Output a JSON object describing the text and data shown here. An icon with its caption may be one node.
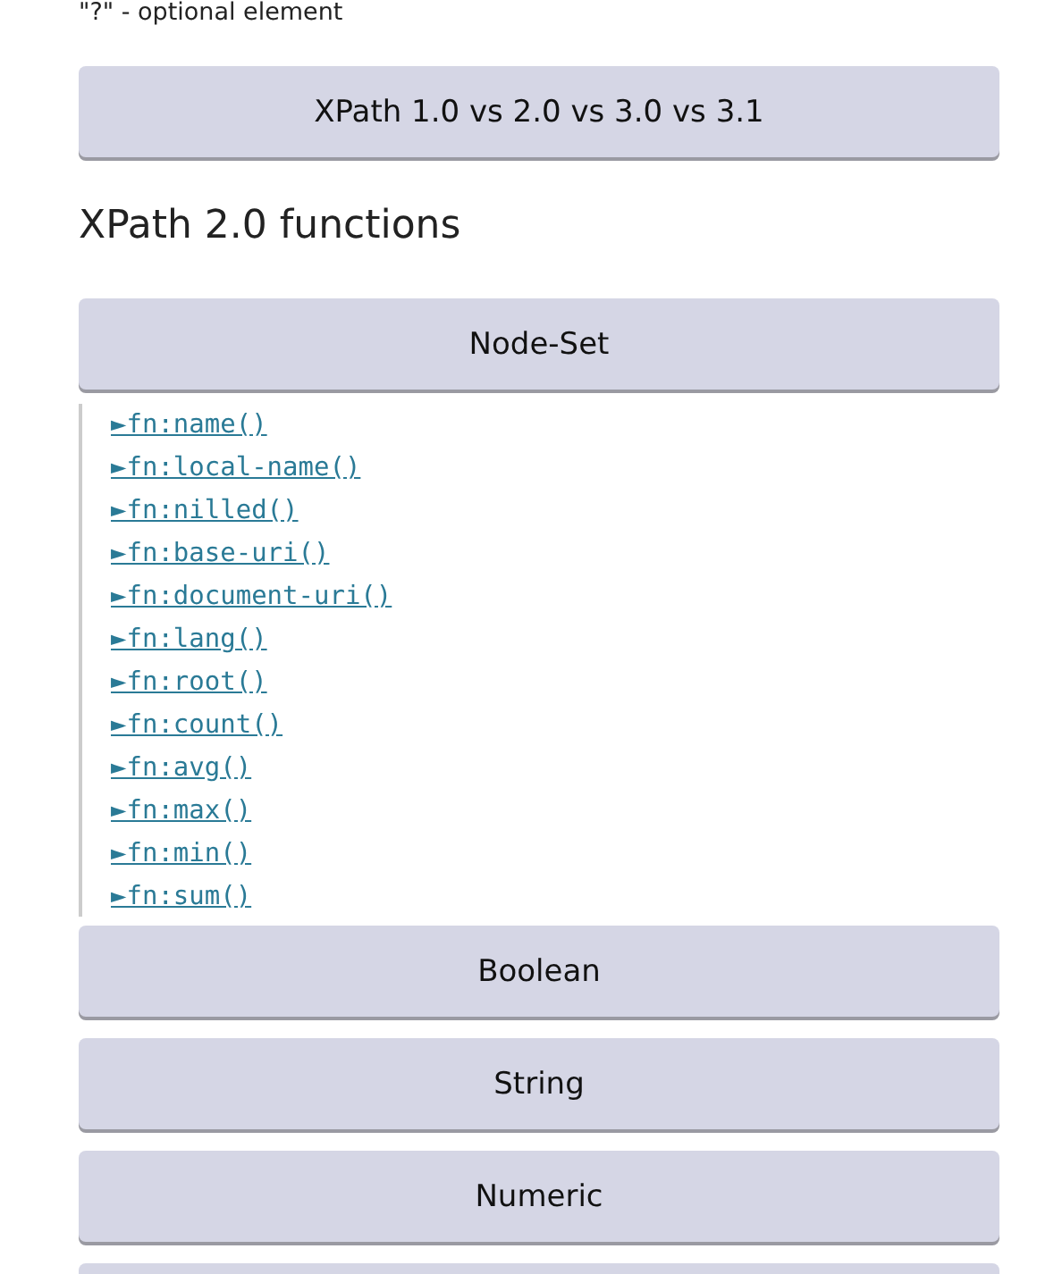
{
  "diagram": {
    "title": "XPath 2.0 functions",
    "nodes": [
      {
        "text": [
          "XPath 1.0 vs 2.0 vs 3.0 vs 3.1"
        ]
      },
      {
        "text": [
          "Node-Set"
        ]
      },
      {
        "text": [
          "Boolean"
        ]
      },
      {
        "text": [
          "String"
        ]
      },
      {
        "text": [
          "Numeric"
        ]
      },
      {
        "text": [],
        "shape": "bar"
      }
    ],
    "labels": [
      "\"?\" - optional element",
      "►fn:name()",
      "►fn:local-name()",
      "►fn:nilled()",
      "►fn:base-uri()",
      "►fn:document-uri()",
      "►fn:lang()",
      "►fn:root()",
      "►fn:count()",
      "►fn:avg()",
      "►fn:max()",
      "►fn:min()",
      "►fn:sum()"
    ]
  }
}
